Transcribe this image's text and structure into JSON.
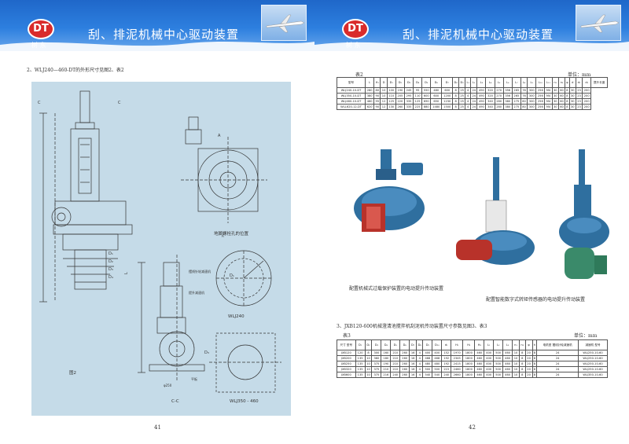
{
  "header": {
    "logo_text": "DT",
    "logo_sub": "树 东",
    "title": "刮、排泥机械中心驱动装置"
  },
  "left_page": {
    "caption": "2、WLJ240—460-DT的外形尺寸见图2、表2",
    "page_number": "41",
    "drawing_labels": {
      "anchor_holes": "地脚螺栓孔的位置",
      "model_a": "WLJ240",
      "model_b": "WLJ350 - 460",
      "figure": "图2",
      "section_cc": "C-C",
      "view_a": "A",
      "plate": "平板",
      "phi250": "φ250",
      "motor_note_1": "摆线针轮减速机",
      "motor_note_2": "提升减速机"
    }
  },
  "right_page": {
    "table2_title": "表2",
    "unit": "单位：mm",
    "table2_headers": [
      "型号",
      "L",
      "H₁",
      "D",
      "D₁",
      "D₂",
      "D₃",
      "D₄",
      "D₅",
      "D₆",
      "D₇",
      "D₈",
      "D₉",
      "L₁",
      "L₂",
      "L₃",
      "L₄",
      "L₅",
      "L₆",
      "L₇",
      "L₈",
      "L₉",
      "L₁₀",
      "L₁₁",
      "n₁",
      "n₂",
      "φ",
      "d",
      "d₁",
      "d₂",
      "提升长度"
    ],
    "table2_rows": [
      [
        "WLJ240-10-DT",
        "280",
        "80",
        "10",
        "100",
        "190",
        "245",
        "95",
        "550",
        "480",
        "600",
        "8",
        "25",
        "4",
        "24",
        "490",
        "320",
        "270",
        "356",
        "265",
        "76",
        "300",
        "256",
        "M4",
        "30",
        "60",
        "8",
        "30",
        "23",
        "200"
      ],
      [
        "WLJ350-10-DT",
        "380",
        "90",
        "10",
        "110",
        "205",
        "295",
        "110",
        "600",
        "600",
        "1200",
        "8",
        "25",
        "4",
        "24",
        "490",
        "320",
        "270",
        "356",
        "265",
        "76",
        "300",
        "256",
        "M4",
        "30",
        "60",
        "8",
        "30",
        "23",
        "200"
      ],
      [
        "WLJ460-10-DT",
        "460",
        "95",
        "12",
        "125",
        "220",
        "335",
        "125",
        "690",
        "650",
        "1230",
        "8",
        "25",
        "4",
        "24",
        "490",
        "340",
        "280",
        "380",
        "275",
        "80",
        "300",
        "256",
        "M4",
        "30",
        "60",
        "8",
        "30",
        "23",
        "200"
      ],
      [
        "WLJ-620-12-DT",
        "620",
        "90",
        "12",
        "130",
        "260",
        "335",
        "225",
        "880",
        "1480",
        "1500",
        "8",
        "25",
        "4",
        "24",
        "490",
        "340",
        "280",
        "380",
        "275",
        "80",
        "300",
        "256",
        "M4",
        "30",
        "60",
        "8",
        "30",
        "23",
        "200"
      ]
    ],
    "photo_caption_1": "配置机械式过载保护装置的电动提升传动装置",
    "photo_caption_2": "配置智能数字式转矩传感器的电动提升传动装置",
    "section3_title": "3、JXB120-600机械澄清池搅拌机刮泥机传动装置尺寸参数见图3、表3",
    "table3_title": "表3",
    "unit3": "单位：mm",
    "table3_headers": [
      "尺寸\n型号",
      "D₁",
      "D₂",
      "D₃",
      "D₄",
      "D₅",
      "D₆",
      "D₇",
      "D₈",
      "D₉",
      "D₁₀",
      "d₁",
      "H₁",
      "H₂",
      "H₃",
      "L₁",
      "L₂",
      "L₃",
      "n₁",
      "n₂",
      "φ",
      "h",
      "电机型\n摆线针轮减速机",
      "减速机\n型号"
    ],
    "table3_rows": [
      [
        "JXB120",
        "120",
        "8",
        "300",
        "160",
        "210",
        "260",
        "16",
        "4",
        "400",
        "400",
        "152",
        "1970",
        "1800",
        "460",
        "400",
        "500",
        "460",
        "10",
        "8",
        "20",
        "8",
        "24",
        "WLJ250-10-60"
      ],
      [
        "JXB200",
        "135",
        "10",
        "360",
        "180",
        "210",
        "260",
        "16",
        "4",
        "468",
        "468",
        "192",
        "2345",
        "1800",
        "460",
        "400",
        "500",
        "460",
        "10",
        "8",
        "20",
        "8",
        "24",
        "WLJ250-10-60"
      ],
      [
        "JXB250",
        "135",
        "10",
        "375",
        "190",
        "210",
        "260",
        "16",
        "4",
        "480",
        "480",
        "192",
        "2415",
        "1800",
        "460",
        "400",
        "500",
        "460",
        "10",
        "8",
        "20",
        "8",
        "24",
        "WLJ250-10-60"
      ],
      [
        "JXB320",
        "135",
        "10",
        "375",
        "210",
        "210",
        "260",
        "16",
        "4",
        "500",
        "500",
        "215",
        "2460",
        "1800",
        "460",
        "400",
        "500",
        "460",
        "10",
        "8",
        "20",
        "8",
        "24",
        "WLJ250-10-60"
      ],
      [
        "JXB600",
        "135",
        "10",
        "375",
        "216",
        "240",
        "260",
        "16",
        "4",
        "540",
        "540",
        "240",
        "2660",
        "1800",
        "460",
        "400",
        "500",
        "460",
        "10",
        "8",
        "20",
        "8",
        "24",
        "WLJ350-10-60"
      ]
    ],
    "page_number": "42"
  },
  "colors": {
    "header_blue": "#2d7fdf",
    "logo_red": "#d92b2b",
    "blueprint_bg": "#c5dbe8",
    "machine_blue": "#2f6f9f",
    "machine_red": "#b8322a"
  }
}
